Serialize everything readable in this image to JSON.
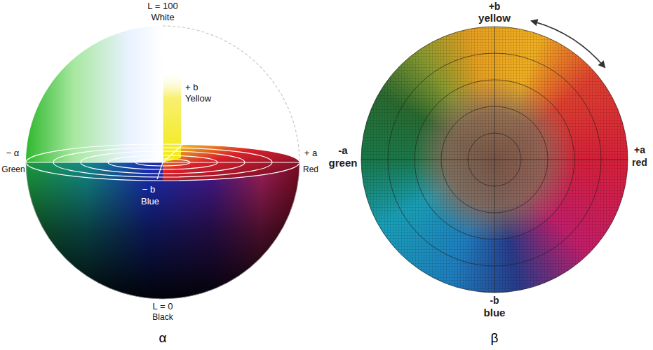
{
  "diagram": {
    "labels": [
      "L = 100",
      "White",
      "+ b",
      "Yellow",
      "− α",
      "Green",
      "+ a",
      "Red",
      "− b",
      "Blue",
      "L = 0",
      "Black",
      "α",
      "+b",
      "yellow",
      "-a",
      "green",
      "+a",
      "red",
      "-b",
      "blue",
      "β"
    ]
  }
}
